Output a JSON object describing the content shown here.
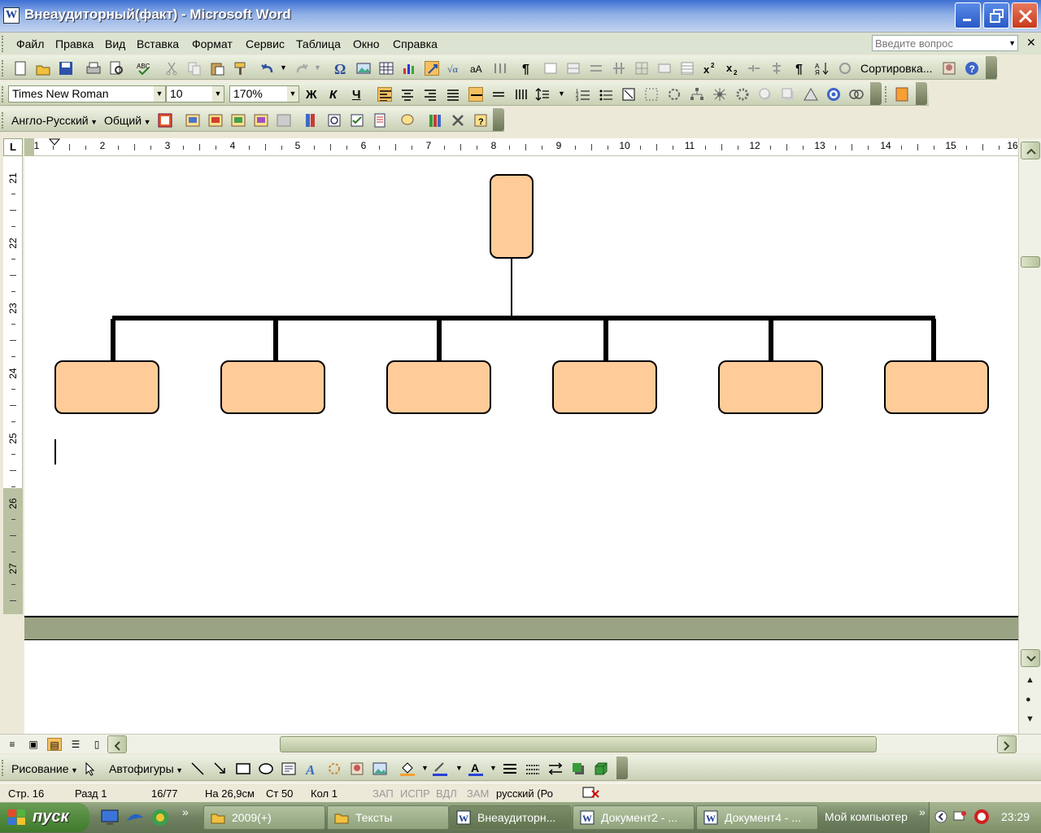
{
  "window": {
    "title": "Внеаудиторный(факт) - Microsoft Word"
  },
  "menu": {
    "items": [
      "Файл",
      "Правка",
      "Вид",
      "Вставка",
      "Формат",
      "Сервис",
      "Таблица",
      "Окно",
      "Справка"
    ],
    "help_placeholder": "Введите вопрос"
  },
  "toolbar_standard": {
    "sort_label": "Сортировка..."
  },
  "toolbar_format": {
    "font": "Times New Roman",
    "size": "10",
    "zoom": "170%",
    "bold": "Ж",
    "italic": "К",
    "underline": "Ч"
  },
  "toolbar_third": {
    "dictionary": "Англо-Русский",
    "general": "Общий"
  },
  "ruler": {
    "corner": "L",
    "h_numbers": [
      "1",
      "2",
      "3",
      "4",
      "5",
      "6",
      "7",
      "8",
      "9",
      "10",
      "11",
      "12",
      "13",
      "14",
      "15",
      "16"
    ],
    "v_numbers": [
      "21",
      "22",
      "23",
      "24",
      "25",
      "26",
      "27"
    ]
  },
  "drawing": {
    "draw_label": "Рисование",
    "autoshapes_label": "Автофигуры"
  },
  "status": {
    "page": "Стр. 16",
    "section": "Разд 1",
    "pages": "16/77",
    "at": "На 26,9см",
    "line": "Ст 50",
    "col": "Кол 1",
    "rec": "ЗАП",
    "trk": "ИСПР",
    "ext": "ВДЛ",
    "ovr": "ЗАМ",
    "lang": "русский (Ро"
  },
  "taskbar": {
    "start": "пуск",
    "tasks": [
      "2009(+)",
      "Тексты",
      "Внеаудиторн...",
      "Документ2 - ...",
      "Документ4 - ..."
    ],
    "my_computer": "Мой компьютер",
    "clock": "23:29"
  },
  "colors": {
    "box_fill": "#ffcc99",
    "accent": "#9aa383"
  }
}
